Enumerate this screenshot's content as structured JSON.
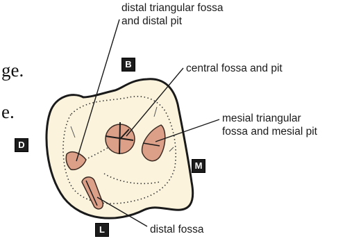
{
  "colors": {
    "tooth_fill": "#fbf3dc",
    "outline": "#1a1a1a",
    "pit_fill": "#dc9f88",
    "pit_stroke": "#3a2a22",
    "badge_bg": "#1c1c1c"
  },
  "fragments": {
    "line1": "ge.",
    "line2": "e."
  },
  "orientation": {
    "buccal": "B",
    "distal": "D",
    "mesial": "M",
    "lingual": "L"
  },
  "labels": {
    "distal_triangular_fossa": "distal triangular fossa\nand distal pit",
    "central_fossa": "central fossa and pit",
    "mesial_triangular_fossa": "mesial triangular\nfossa and mesial pit",
    "distal_fossa": "distal fossa"
  }
}
